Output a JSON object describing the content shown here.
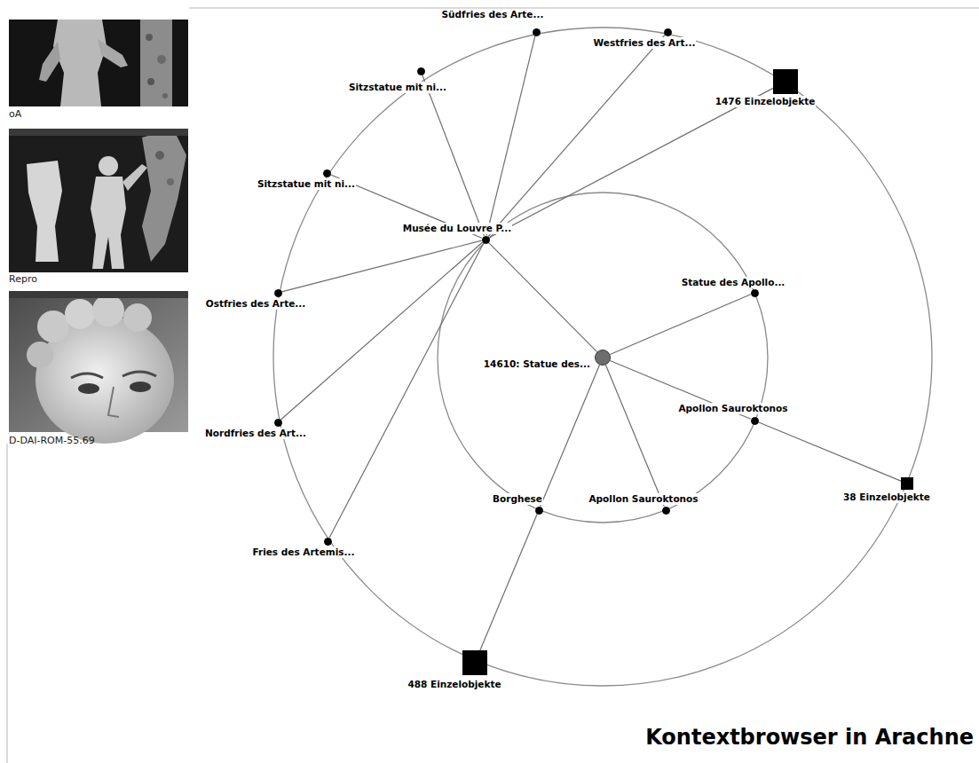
{
  "diagram": {
    "title": "Kontextbrowser in Arachne",
    "nodes": [
      {
        "text": [
          "14610: Statue des..."
        ]
      },
      {
        "text": [
          "Musée du Louvre P..."
        ]
      },
      {
        "text": [
          "Statue des Apollo..."
        ]
      },
      {
        "text": [
          "Apollon Sauroktonos"
        ]
      },
      {
        "text": [
          "Borghese"
        ]
      },
      {
        "text": [
          "Apollon Sauroktonos"
        ]
      },
      {
        "text": [
          "Südfries des Arte..."
        ]
      },
      {
        "text": [
          "Westfries des Art..."
        ]
      },
      {
        "text": [
          "1476 Einzelobjekte"
        ]
      },
      {
        "text": [
          "Sitzstatue mit ni..."
        ]
      },
      {
        "text": [
          "Sitzstatue mit ni..."
        ]
      },
      {
        "text": [
          "Ostfries des Arte..."
        ]
      },
      {
        "text": [
          "Nordfries des Art..."
        ]
      },
      {
        "text": [
          "Fries des Artemis..."
        ]
      },
      {
        "text": [
          "488 Einzelobjekte"
        ]
      },
      {
        "text": [
          "38 Einzelobjekte"
        ]
      }
    ],
    "edges": [
      {
        "from": 0,
        "to": 1,
        "arrow": "none"
      },
      {
        "from": 0,
        "to": 2,
        "arrow": "none"
      },
      {
        "from": 0,
        "to": 3,
        "arrow": "none"
      },
      {
        "from": 0,
        "to": 4,
        "arrow": "none"
      },
      {
        "from": 0,
        "to": 5,
        "arrow": "none"
      },
      {
        "from": 1,
        "to": 6,
        "arrow": "none"
      },
      {
        "from": 1,
        "to": 7,
        "arrow": "none"
      },
      {
        "from": 1,
        "to": 8,
        "arrow": "none"
      },
      {
        "from": 1,
        "to": 9,
        "arrow": "none"
      },
      {
        "from": 1,
        "to": 10,
        "arrow": "none"
      },
      {
        "from": 1,
        "to": 11,
        "arrow": "none"
      },
      {
        "from": 1,
        "to": 12,
        "arrow": "none"
      },
      {
        "from": 1,
        "to": 13,
        "arrow": "none"
      },
      {
        "from": 4,
        "to": 14,
        "arrow": "none"
      },
      {
        "from": 3,
        "to": 15,
        "arrow": "none"
      }
    ],
    "labels": [
      "oA",
      "Repro",
      "D-DAI-ROM-55.69"
    ]
  }
}
